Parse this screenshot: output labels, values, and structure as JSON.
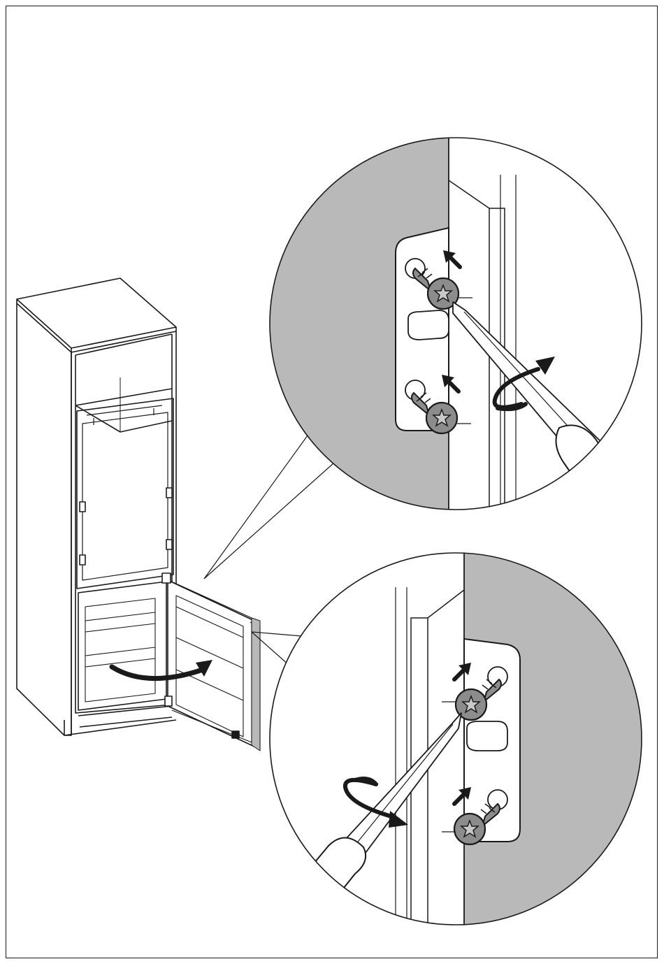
{
  "figure": {
    "frame": "page-border",
    "main_subject": "built-in-refrigerator-cabinet",
    "insets": [
      {
        "id": "upper-detail",
        "content": "upper-hinge-bracket-screws"
      },
      {
        "id": "lower-detail",
        "content": "lower-hinge-bracket-screws"
      }
    ],
    "icons": [
      "screw-icon",
      "screwdriver-icon",
      "rotation-arrow-icon",
      "direction-arrow-icon",
      "door-swing-arrow-icon"
    ],
    "colors": {
      "line": "#1a1a1a",
      "panel_grey": "#b9b9b9",
      "screw_grey": "#8c8c8c",
      "background": "#ffffff"
    }
  }
}
